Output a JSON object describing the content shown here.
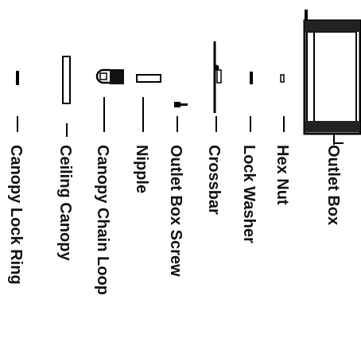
{
  "parts": [
    {
      "id": "outlet-box",
      "label": "Outlet Box"
    },
    {
      "id": "hex-nut",
      "label": "Hex Nut"
    },
    {
      "id": "lock-washer",
      "label": "Lock Washer"
    },
    {
      "id": "crossbar",
      "label": "Crossbar"
    },
    {
      "id": "outlet-box-screw",
      "label": "Outlet Box Screw"
    },
    {
      "id": "nipple",
      "label": "Nipple"
    },
    {
      "id": "canopy-chain-loop",
      "label": "Canopy Chain Loop"
    },
    {
      "id": "ceiling-canopy",
      "label": "Ceiling Canopy"
    },
    {
      "id": "canopy-lock-ring",
      "label": "Canopy Lock Ring"
    }
  ]
}
